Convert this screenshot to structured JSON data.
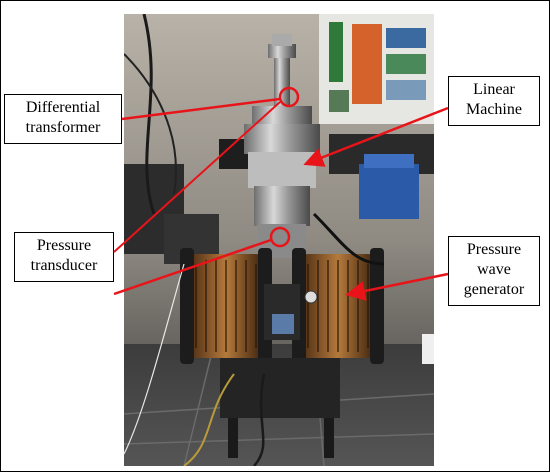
{
  "labels": {
    "differential_transformer": [
      "Differential",
      "transformer"
    ],
    "linear_machine": [
      "Linear",
      "Machine"
    ],
    "pressure_transducer": [
      "Pressure",
      "transducer"
    ],
    "pressure_wave_generator": [
      "Pressure",
      "wave",
      "generator"
    ]
  },
  "colors": {
    "annotation": "#e8141a",
    "border": "#000000"
  }
}
